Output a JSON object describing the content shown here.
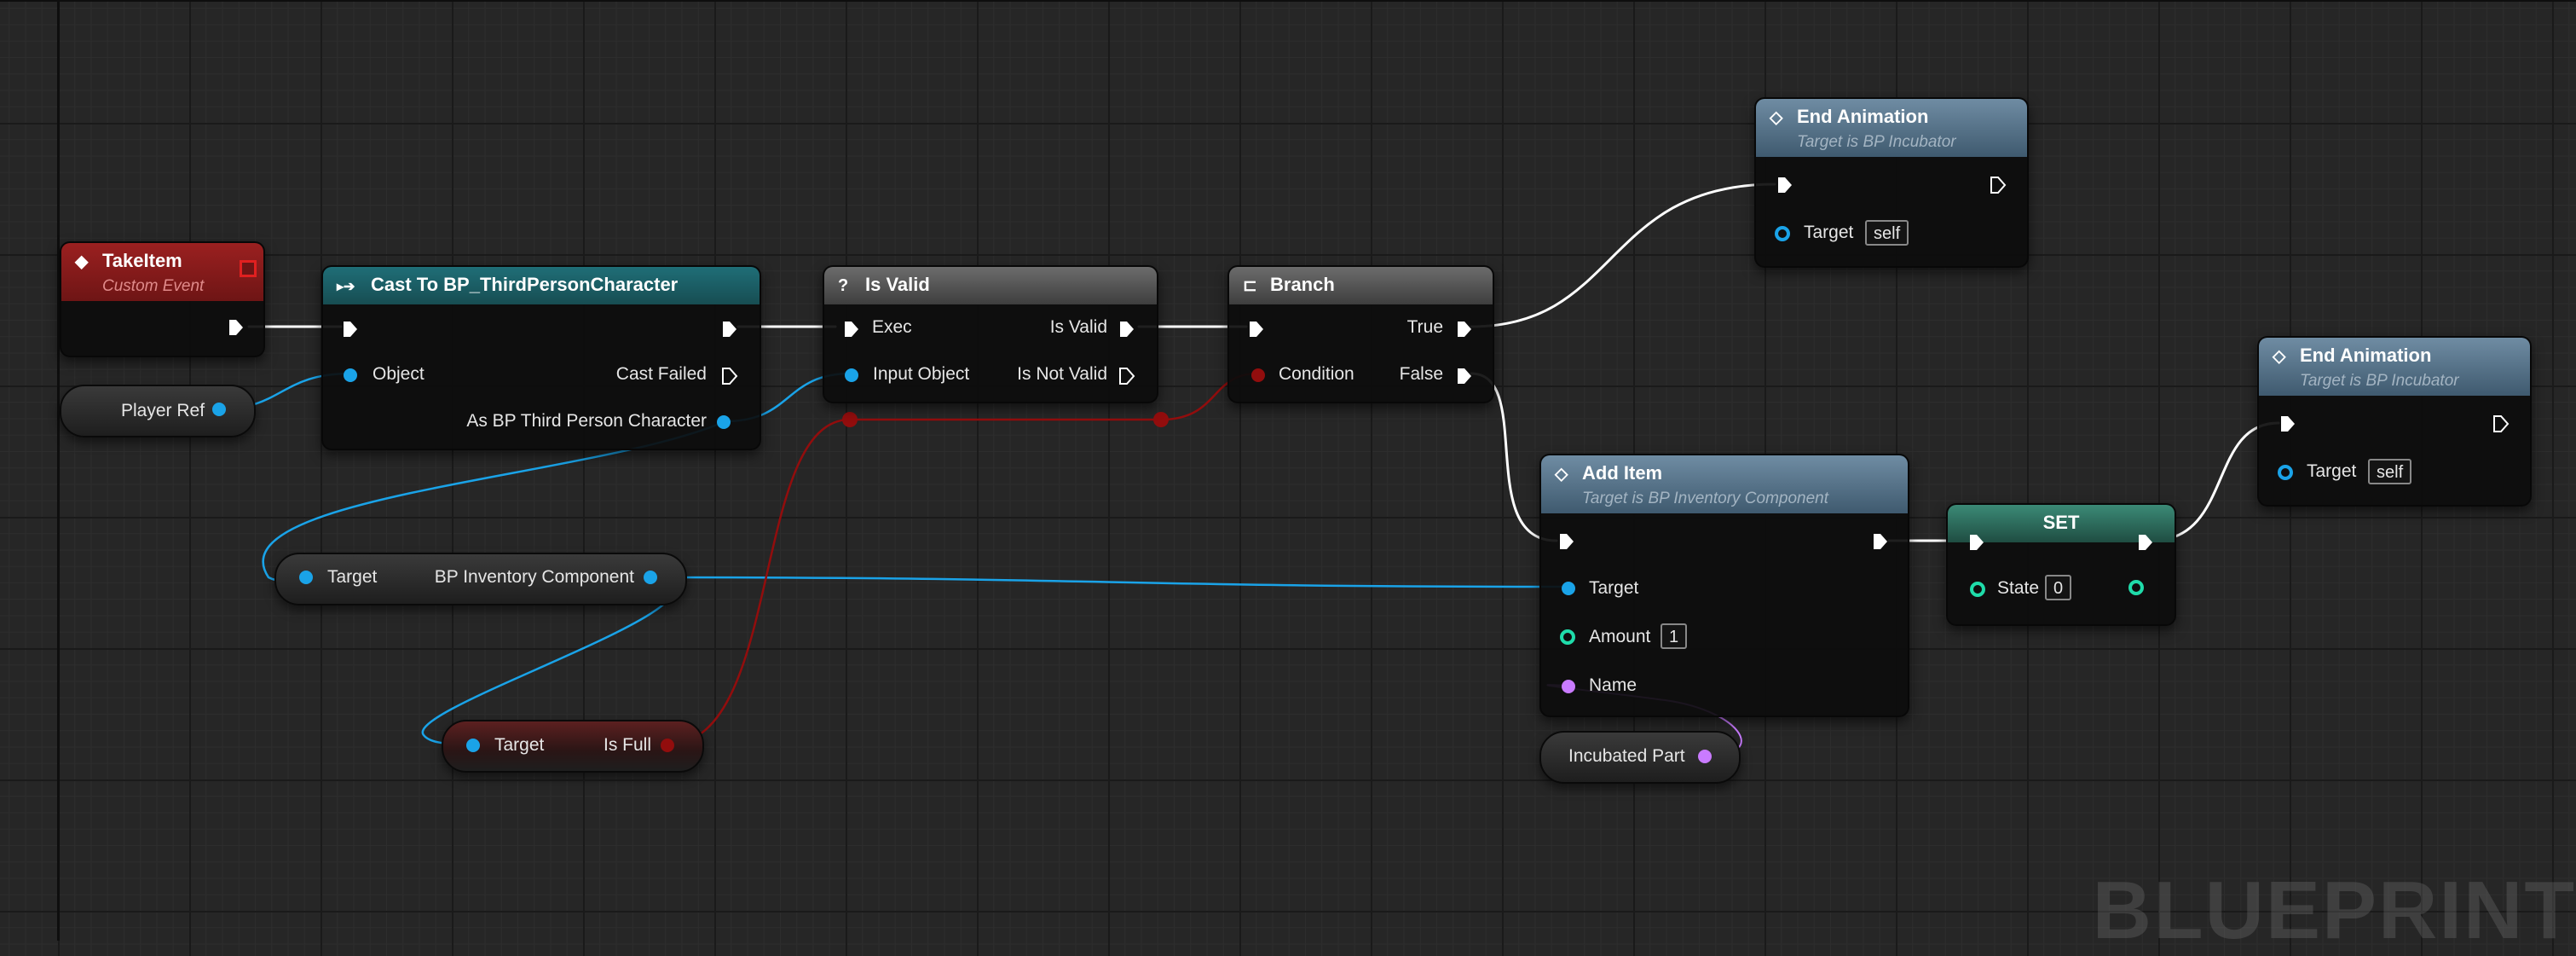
{
  "colors": {
    "exec": "#ffffff",
    "object": "#1aa3e8",
    "bool": "#920d0d",
    "int": "#1fdcaa",
    "name": "#c97bff",
    "canvas": "#262626"
  },
  "watermark": "BLUEPRINT",
  "nodes": {
    "take_item": {
      "title": "TakeItem",
      "subtitle": "Custom Event",
      "icon": "event-diamond-icon"
    },
    "cast": {
      "title": "Cast To BP_ThirdPersonCharacter",
      "icon": "cast-arrow-icon",
      "object_label": "Object",
      "cast_failed_label": "Cast Failed",
      "output_label": "As BP Third Person Character"
    },
    "is_valid": {
      "title": "Is Valid",
      "icon": "question-mark-icon",
      "exec_label": "Exec",
      "input_label": "Input Object",
      "valid_label": "Is Valid",
      "not_valid_label": "Is Not Valid"
    },
    "branch": {
      "title": "Branch",
      "icon": "branch-icon",
      "condition_label": "Condition",
      "true_label": "True",
      "false_label": "False"
    },
    "end_anim_1": {
      "title": "End Animation",
      "subtitle": "Target is BP Incubator",
      "icon": "function-diamond-icon",
      "target_label": "Target",
      "target_value": "self"
    },
    "end_anim_2": {
      "title": "End Animation",
      "subtitle": "Target is BP Incubator",
      "icon": "function-diamond-icon",
      "target_label": "Target",
      "target_value": "self"
    },
    "add_item": {
      "title": "Add Item",
      "subtitle": "Target is BP Inventory Component",
      "icon": "function-diamond-icon",
      "target_label": "Target",
      "amount_label": "Amount",
      "amount_value": "1",
      "name_label": "Name"
    },
    "set": {
      "title": "SET",
      "state_label": "State",
      "state_value": "0"
    }
  },
  "variables": {
    "player_ref": {
      "label": "Player Ref"
    },
    "inventory_get": {
      "target_label": "Target",
      "output_label": "BP Inventory Component"
    },
    "is_full": {
      "target_label": "Target",
      "output_label": "Is Full"
    },
    "incubated_part": {
      "label": "Incubated Part"
    }
  }
}
